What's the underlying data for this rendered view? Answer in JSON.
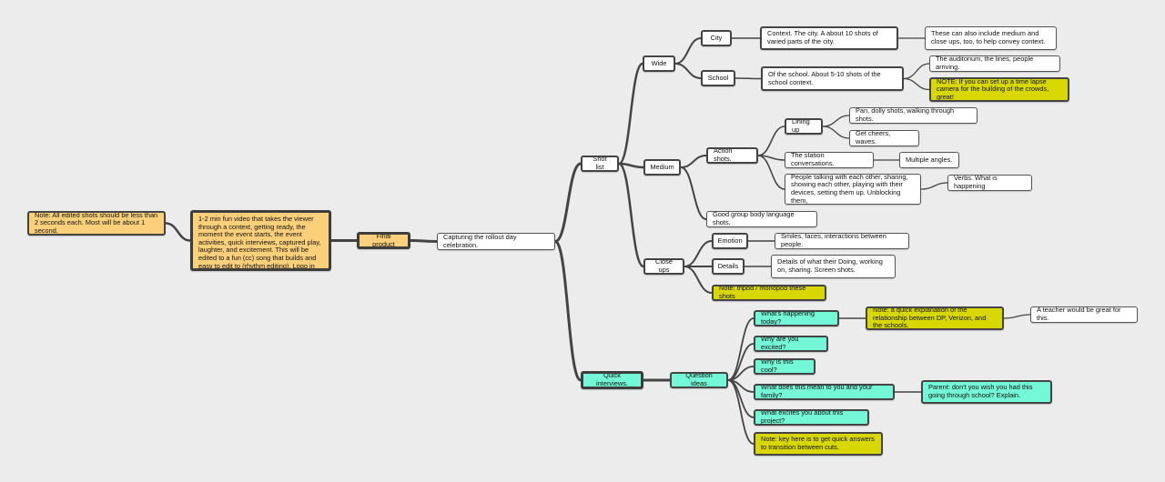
{
  "mindmap": {
    "note_left": "Note: All edited shots should be less than 2 seconds each. Most will be about 1 second.",
    "description": "1-2 min fun video that takes the viewer through a context, getting ready, the moment the event starts, the event activities, quick interviews, captured play, laughter, and excitement. This will be edited to a fun (cc) song that builds and easy to edit to (rhythm editing). Logo in the end. Done.",
    "final_product": "Final product",
    "root": "Capturing the rollout day celebration.",
    "shot_list": "Shot list",
    "wide": "Wide",
    "city": "City",
    "city_context": "Context. The city. A about 10 shots of varied parts of the city.",
    "city_note": "These can also include medium and close ups, too, to help convey context.",
    "school": "School",
    "school_context": "Of the school. About 5-10 shots of the school context.",
    "school_auditorium": "The auditorium, the lines, people arriving.",
    "school_note": "NOTE: If you can set up a time lapse camera for the building of the crowds, great!",
    "medium": "Medium",
    "action_shots": "Action shots.",
    "lining_up": "Lining up",
    "pan_dolly": "Pan, dolly shots, walking through shots.",
    "get_cheers": "Get cheers, waves.",
    "station_conversations": "The station conversations.",
    "multiple_angles": "Multiple angles.",
    "people_talking": "People talking with each other, sharing, showing each other, playing with their devices, setting them up. Unblocking them,",
    "verbs": "Verbs. What is happening",
    "group_body_language": "Good group body language shots.",
    "close_ups": "Close ups",
    "emotion": "Emotion",
    "smiles": "Smiles, faces, interactions between people.",
    "details": "Details",
    "details_text": "Details of what their Doing, working on, sharing. Screen shots.",
    "tripod_note": "Note: tripod / monopod  these shots",
    "quick_interviews": "Quick interviews.",
    "question_ideas": "Question ideas",
    "q1": "What's happening today?",
    "q1_note": "Note: a quick explanation of the relationship between DP, Verizon, and the schools.",
    "q1_teacher": "A teacher would be great for this.",
    "q2": "Why are you excited?",
    "q3": "Why is this cool?",
    "q4": "What does this mean to you and your family?",
    "q4_parent": "Parent:  don't you wish you had this going through school? Explain.",
    "q5": "What excites you about this project?",
    "q_note": "Note: key here is to get quick answers to transition between cuts."
  },
  "colors": {
    "background": "#ececec",
    "orange": "#fcd07a",
    "yellow": "#d8d800",
    "teal": "#74f7d6",
    "connector": "#444444"
  }
}
